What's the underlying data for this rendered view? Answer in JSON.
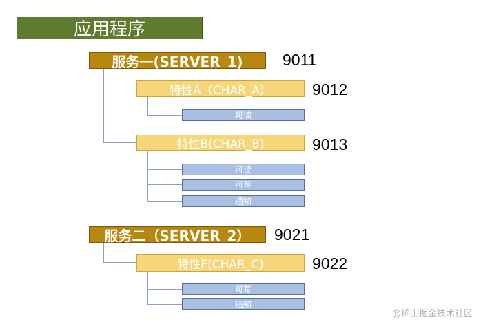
{
  "root": {
    "label": "应用程序"
  },
  "services": [
    {
      "label": "服务一(SERVER_1)",
      "id": "9011",
      "characteristics": [
        {
          "label": "特性A（CHAR_A）",
          "id": "9012",
          "properties": [
            "可读"
          ]
        },
        {
          "label": "特性B(CHAR_B)",
          "id": "9013",
          "properties": [
            "可读",
            "可写",
            "通知"
          ]
        }
      ]
    },
    {
      "label": "服务二（SERVER_2）",
      "id": "9021",
      "characteristics": [
        {
          "label": "特性F(CHAR_C)",
          "id": "9022",
          "properties": [
            "可写",
            "通知"
          ]
        }
      ]
    }
  ],
  "watermark": "@稀土掘金技术社区",
  "colors": {
    "root": "#5f7b2f",
    "service": "#b8870f",
    "characteristic": "#f6d679",
    "property": "#a9bfe3",
    "connector": "#8aa0c5"
  }
}
